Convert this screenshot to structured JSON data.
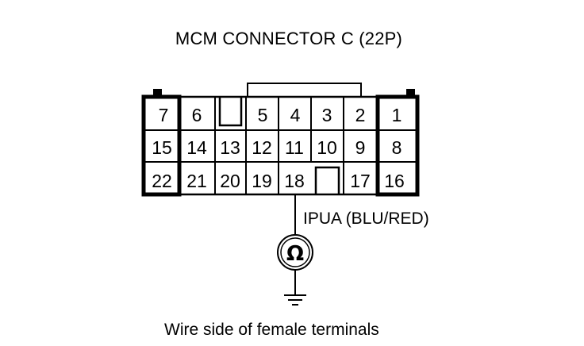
{
  "title": "MCM CONNECTOR C (22P)",
  "wire_label": "IPUA (BLU/RED)",
  "meter_symbol": "Ω",
  "caption": "Wire side of female terminals",
  "icons": {
    "meter": "ohmmeter-icon",
    "ground": "ground-icon"
  },
  "connector": {
    "rows": [
      [
        "7",
        "6",
        "",
        "5",
        "4",
        "3",
        "2",
        "1"
      ],
      [
        "15",
        "14",
        "13",
        "12",
        "11",
        "10",
        "9",
        "8"
      ],
      [
        "22",
        "21",
        "20",
        "19",
        "18",
        "",
        "17",
        "16"
      ]
    ],
    "probe_terminal": "18"
  }
}
